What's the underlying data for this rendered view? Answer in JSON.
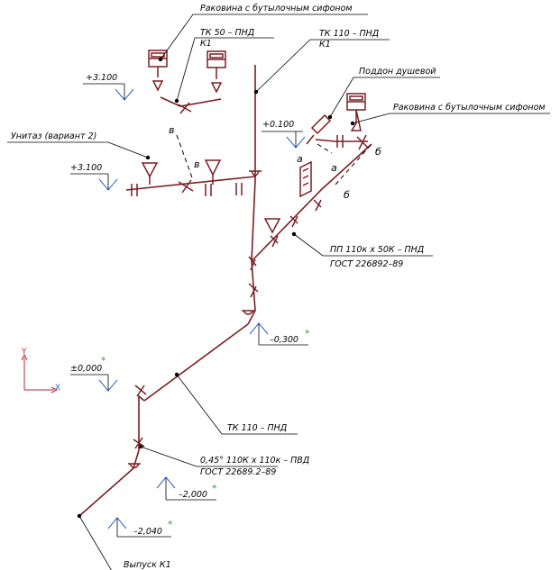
{
  "colors": {
    "pipe": "#7a1e22",
    "leader": "#000000",
    "level_mark": "#2a62c9",
    "star": "#2e9e3a",
    "axis": "#c0232b"
  },
  "callouts": {
    "sink_top": "Раковина с бутылочным сифоном",
    "tk50": "ТК 50 – ПНД",
    "tk50_sub": "К1",
    "tk110_top": "ТК 110 – ПНД",
    "tk110_top_sub": "К1",
    "shower_tray": "Поддон душевой",
    "sink_right": "Раковина с бутылочным сифоном",
    "toilet": "Унитаз (вариант 2)",
    "reducer": "ПП 110к х 50К – ПНД",
    "reducer_std": "ГОСТ 226892–89",
    "tk110_mid": "ТК 110 – ПНД",
    "bend": "0,45° 110К х 110к – ПВД",
    "bend_std": "ГОСТ 22689.2–89",
    "outlet": "Выпуск К1"
  },
  "levels": {
    "l_3100_a": "+3.100",
    "l_0100": "+0.100",
    "l_3100_b": "+3.100",
    "l_m0300": "–0,300",
    "l_0000": "±0,000",
    "l_m2000": "–2,000",
    "l_m2040": "–2,040",
    "star": "*"
  },
  "marks": {
    "v": "в",
    "a": "а",
    "b": "б"
  },
  "axis": {
    "y": "Y",
    "x": "X"
  }
}
